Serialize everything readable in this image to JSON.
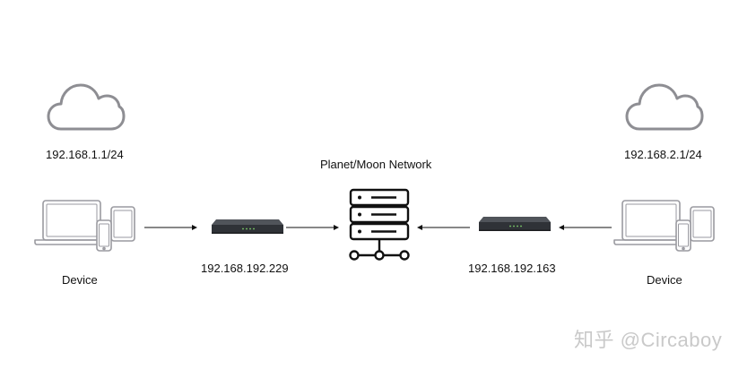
{
  "left": {
    "subnet_label": "192.168.1.1/24",
    "device_label": "Device",
    "gateway_ip": "192.168.192.229"
  },
  "center": {
    "title": "Planet/Moon Network"
  },
  "right": {
    "subnet_label": "192.168.2.1/24",
    "device_label": "Device",
    "gateway_ip": "192.168.192.163"
  },
  "watermark": "知乎 @Circaboy",
  "icons": {
    "cloud": "cloud-icon",
    "devices": "devices-icon",
    "router": "router-icon",
    "server": "server-icon",
    "arrow": "arrow-icon"
  },
  "colors": {
    "line": "#111111",
    "icon_gray": "#8e8e93",
    "router_body": "#3a3d42",
    "watermark": "#c9c9c9"
  }
}
